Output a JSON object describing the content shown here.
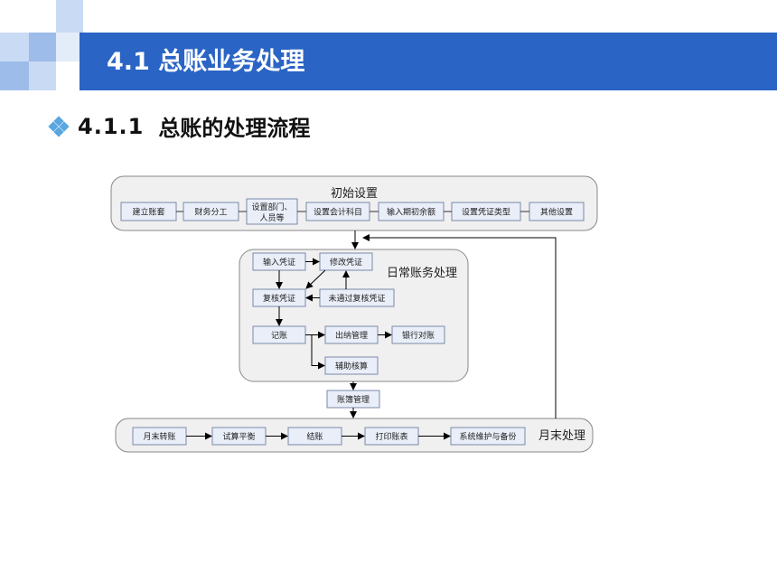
{
  "header": {
    "title": "4.1 总账业务处理"
  },
  "section": {
    "number": "4.1.1",
    "title": "总账的处理流程"
  },
  "diagram": {
    "init": {
      "title": "初始设置",
      "steps": [
        "建立账套",
        "财务分工",
        "设置部门、",
        "人员等",
        "设置会计科目",
        "输入期初余额",
        "设置凭证类型",
        "其他设置"
      ]
    },
    "daily": {
      "title": "日常账务处理",
      "input_voucher": "输入凭证",
      "modify_voucher": "修改凭证",
      "review_voucher": "复核凭证",
      "not_passed": "未通过复核凭证",
      "posting": "记账",
      "cashier": "出纳管理",
      "bank_reconcile": "银行对账",
      "auxiliary": "辅助核算"
    },
    "ledger": "账簿管理",
    "month_end": {
      "title": "月末处理",
      "steps": [
        "月末转账",
        "试算平衡",
        "结账",
        "打印账表",
        "系统维护与备份"
      ]
    }
  },
  "colors": {
    "title_bar": "#2a64c5",
    "deco_light": "#c9daf4",
    "deco_mid": "#9dbce9",
    "box_fill": "#e9eef8",
    "panel_fill": "#f0f0f0"
  }
}
